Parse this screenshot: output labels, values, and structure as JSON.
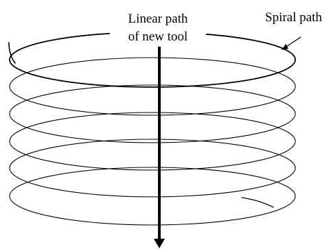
{
  "labels": {
    "linear_line1": "Linear path",
    "linear_line2": "of new tool",
    "spiral": "Spiral path"
  },
  "colors": {
    "stroke": "#000000",
    "background": "#ffffff"
  }
}
